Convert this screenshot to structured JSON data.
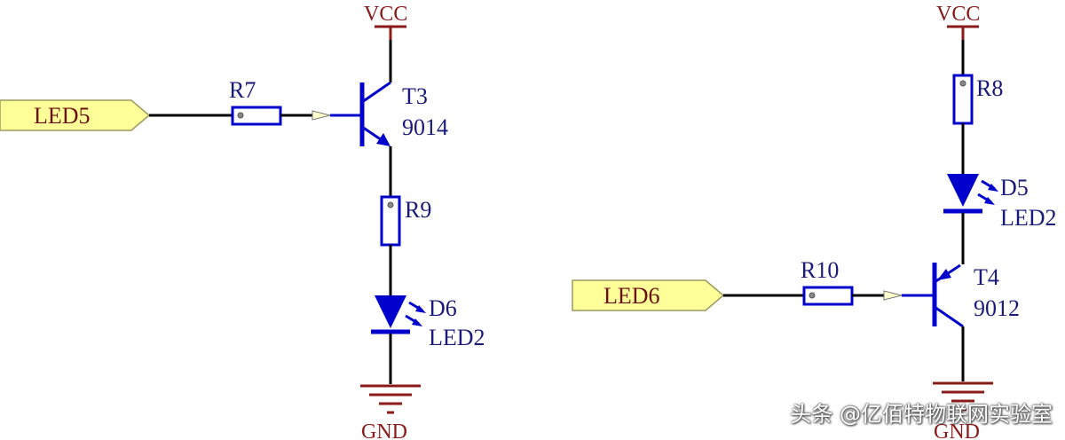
{
  "circuit_left": {
    "power": "VCC",
    "ground": "GND",
    "input_port": "LED5",
    "base_resistor": "R7",
    "transistor_ref": "T3",
    "transistor_part": "9014",
    "series_resistor": "R9",
    "led_ref": "D6",
    "led_part": "LED2"
  },
  "circuit_right": {
    "power": "VCC",
    "ground": "GND",
    "input_port": "LED6",
    "base_resistor": "R10",
    "series_resistor": "R8",
    "led_ref": "D5",
    "led_part": "LED2",
    "transistor_ref": "T4",
    "transistor_part": "9012"
  },
  "watermark": "头条 @亿佰特物联网实验室",
  "colors": {
    "wire": "#000000",
    "component": "#0000cc",
    "power": "#8b1a1a",
    "port_fill": "#ffff99"
  }
}
